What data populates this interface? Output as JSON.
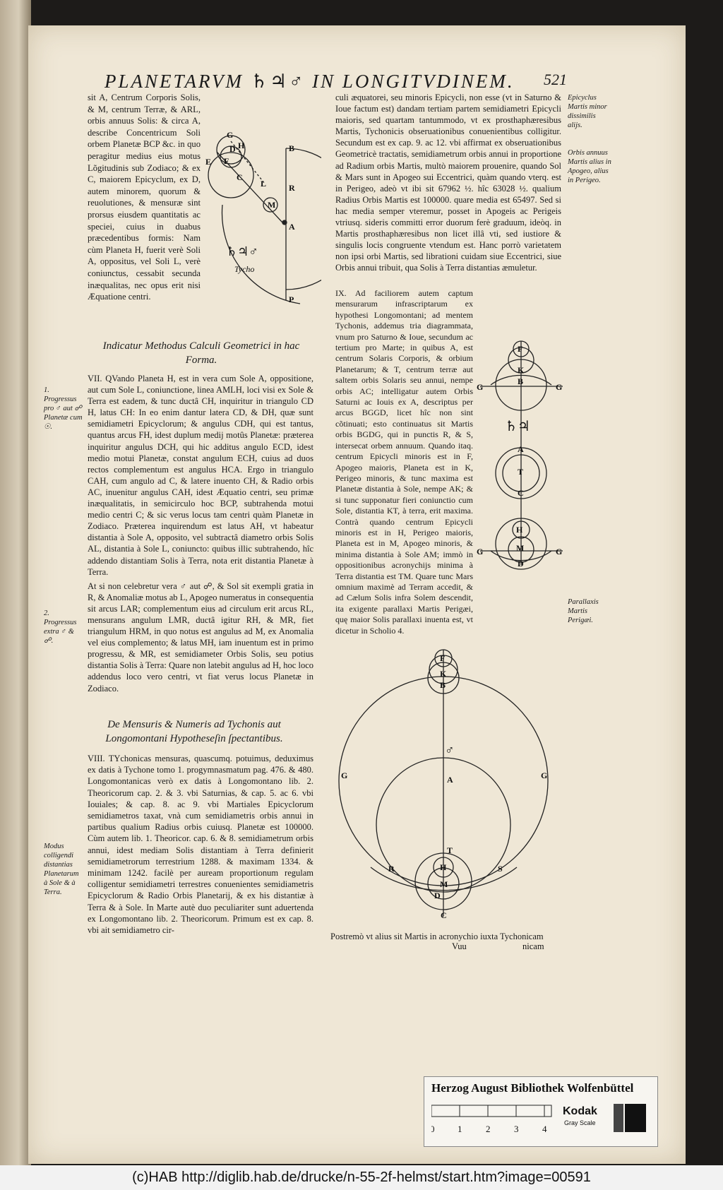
{
  "header": {
    "title": "PLANETARVM ♄♃♂ IN LONGITVDINEM.",
    "page_number": "521"
  },
  "left_column": {
    "intro": "sit A, Centrum Corporis Solis, & M, centrum Terræ, & ARL, orbis annuus Solis: & circa A, describe Concentricum Soli orbem Planetæ BCP &c. in quo peragitur medius eius motus Lõgitudinis sub Zodiaco; & ex C, maiorem Epicyclum, ex D, autem minorem, quorum & reuolutiones, & mensuræ sint prorsus eiusdem quantitatis ac speciei, cuius in duabus præcedentibus formis: Nam cùm Planeta H, fuerit verè Soli A, oppositus, vel Soli L, verè coniunctus, cessabit secunda inæqualitas, nec opus erit nisi Æquatione centri.",
    "heading1": "Indicatur Methodus Calculi Geometrici in hac Forma.",
    "para7": "VII. QVando Planeta H, est in vera cum Sole A, oppositione, aut cum Sole L, coniunctione, linea AMLH, loci visi ex Sole & Terra est eadem, & tunc ductâ CH, inquiritur in triangulo CD H, latus CH: In eo enim dantur latera CD, & DH, quæ sunt semidiametri Epicyclorum; & angulus CDH, qui est tantus, quantus arcus FH, idest duplum medij motûs Planetæ: præterea inquiritur angulus DCH, qui hic additus angulo ECD, idest medio motui Planetæ, constat angulum ECH, cuius ad duos rectos complementum est angulus HCA. Ergo in triangulo CAH, cum angulo ad C, & latere inuento CH, & Radio orbis AC, inuenitur angulus CAH, idest Æquatio centri, seu primæ inæqualitatis, in semicirculo hoc BCP, subtrahenda motui medio centri C; & sic verus locus tam centri quàm Planetæ in Zodiaco. Præterea inquirendum est latus AH, vt habeatur distantia à Sole A, opposito, vel subtractâ diametro orbis Solis AL, distantia à Sole L, coniuncto: quibus illic subtrahendo, hîc addendo distantiam Solis à Terra, nota erit distantia Planetæ à Terra.",
    "para7b": "At si non celebretur vera ♂ aut ☍, & Sol sit exempli gratia in R, & Anomaliæ motus ab L, Apogeo numeratus in consequentia sit arcus LAR; complementum eius ad circulum erit arcus RL, mensurans angulum LMR, ductâ igitur RH, & MR, fiet triangulum HRM, in quo notus est angulus ad M, ex Anomalia vel eius complemento; & latus MH, iam inuentum est in primo progressu, & MR, est semidiameter Orbis Solis, seu potius distantia Solis à Terra: Quare non latebit angulus ad H, hoc loco addendus loco vero centri, vt fiat verus locus Planetæ in Zodiaco.",
    "heading2": "De Mensuris & Numeris ad Tychonis aut Longomontani Hypotheseſin ſpectantibus.",
    "para8": "VIII. TYchonicas mensuras, quascumq. potuimus, deduximus ex datis à Tychone tomo 1. progymnasmatum pag. 476. & 480. Longomontanicas verò ex datis à Longomontano lib. 2. Theoricorum cap. 2. & 3. vbi Saturnias, & cap. 5. ac 6. vbi Iouiales; & cap. 8. ac 9. vbi Martiales Epicyclorum semidiametros taxat, vnà cum semidiametris orbis annui in partibus qualium Radius orbis cuiusq. Planetæ est 100000. Cùm autem lib. 1. Theoricor. cap. 6. & 8. semidiametrum orbis annui, idest mediam Solis distantiam à Terra definierit semidiametrorum terrestrium 1288. & maximam 1334. & minimam 1242. facilè per auream proportionum regulam colligentur semidiametri terrestres conuenientes semidiametris Epicyclorum & Radio Orbis Planetarij, & ex his distantiæ à Terra & à Sole. In Marte autè duo peculiariter sunt aduertenda ex Longomontano lib. 2. Theoricorum. Primum est ex cap. 8. vbi ait semidiametro cir-"
  },
  "right_column": {
    "para_top": "culi æquatorei, seu minoris Epicycli, non esse (vt in Saturno & Ioue factum est) dandam tertiam partem semidiametri Epicycli maioris, sed quartam tantummodo, vt ex prosthaphæresibus Martis, Tychonicis obseruationibus conuenientibus colligitur. Secundum est ex cap. 9. ac 12. vbi affirmat ex obseruationibus Geometricè tractatis, semidiametrum orbis annui in proportione ad Radium orbis Martis, multò maiorem prouenire, quando Sol & Mars sunt in Apogeo sui Eccentrici, quàm quando vterq. est in Perigeo, adeò vt ibi sit 67962 ½. hîc 63028 ½. qualium Radius Orbis Martis est 100000. quare media est 65497. Sed si hac media semper vteremur, posset in Apogeis ac Perigeis vtriusq. sideris committi error duorum ferè graduum, ideòq. in Martis prosthaphæresibus non licet illâ vti, sed iustiore & singulis locis congruente vtendum est. Hanc porrò varietatem non ipsi orbi Martis, sed librationi cuidam siue Eccentrici, siue Orbis annui tribuit, qua Solis à Terra distantias æmuletur.",
    "para9_intro": "IX. Ad faciliorem autem captum mensurarum infrascriptarum ex hypothesi Longomontani; ad mentem Tychonis, addemus tria diagrammata, vnum pro Saturno & Ioue, secundum ac tertium pro Marte; in quibus A, est centrum Solaris Corporis, & orbium Planetarum; & T, centrum terræ aut saltem orbis Solaris seu annui, nempe orbis AC; intelligatur autem Orbis Saturni ac Iouis ex A, descriptus per arcus BGGD, licet hîc non sint cõtinuati; esto continuatus sit Martis orbis BGDG, qui in punctis R, & S, intersecat orbem annuum. Quando itaq. centrum Epicycli minoris est in F, Apogeo maioris, Planeta est in K, Perigeo minoris, & tunc maxima est Planetæ distantia à Sole, nempe AK; & si tunc supponatur fieri coniunctio cum Sole, distantia KT, à terra, erit maxima. Contrà quando centrum Epicycli minoris est in H, Perigeo maioris, Planeta est in M, Apogeo minoris, & minima distantia à Sole AM; immò in oppositionibus acronychijs minima à Terra distantia est TM. Quare tunc Mars omnium maximè ad Terram accedit, & ad Cælum Solis infra Solem descendit, ita exigente parallaxi Martis Perigæi, quę maior Solis parallaxi inuenta est, vt dicetur in Scholio 4.",
    "last_line": "Postremò vt alius sit Martis in acronychio iuxta Tychonicam",
    "catchword": "Vuu",
    "catch_right": "nicam"
  },
  "margin_notes": {
    "epicyclus": "Epicyclus Martis minor dissimilis alijs.",
    "orbis": "Orbis annuus Martis alius in Apogeo, alius in Perigeo.",
    "progressus1": "1. Progressus pro ♂ aut ☍ Planetæ cum ☉.",
    "progressus2": "2. Progressus extra ♂ & ☍.",
    "modus": "Modus colligendi distantias Planetarum à Sole & à Terra.",
    "parallaxis": "Parallaxis Martis Perigæi."
  },
  "diagram1": {
    "labels": [
      "G",
      "D",
      "H",
      "E",
      "F",
      "C",
      "B",
      "L",
      "R",
      "M",
      "A",
      "P"
    ],
    "symbols": "♄♃♂",
    "caption": "Tycho"
  },
  "diagram2": {
    "labels": [
      "F",
      "K",
      "B",
      "G",
      "G",
      "A",
      "T",
      "C",
      "H",
      "M",
      "G",
      "G",
      "D"
    ],
    "symbols": "♄♃"
  },
  "diagram3": {
    "labels": [
      "F",
      "K",
      "B",
      "G",
      "G",
      "A",
      "T",
      "R",
      "S",
      "H",
      "M",
      "D",
      "C"
    ],
    "symbols": "♂"
  },
  "library_label": {
    "title": "Herzog August Bibliothek Wolfenbüttel",
    "brand": "Kodak",
    "sub": "Gray Scale",
    "scale": [
      "0",
      "1",
      "2",
      "3",
      "4"
    ]
  },
  "footer": "(c)HAB http://diglib.hab.de/drucke/n-55-2f-helmst/start.htm?image=00591"
}
